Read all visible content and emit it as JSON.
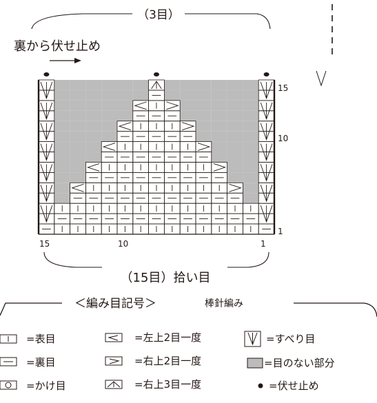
{
  "top_count_label": "（3目）",
  "bind_off_label": "裏から伏せ止め",
  "bottom_label": "（15目）拾い目",
  "row_labels": [
    "15",
    "10",
    "1"
  ],
  "col_labels": [
    "15",
    "10",
    "1"
  ],
  "rows": 15,
  "cols": 15,
  "corner_symbol": "V",
  "legend": {
    "title": "＜編み目記号＞",
    "subtitle": "棒針編み",
    "items": [
      {
        "symbol": "knit",
        "text": "=表目"
      },
      {
        "symbol": "k2tog-left",
        "text": "=左上2目一度"
      },
      {
        "symbol": "slip",
        "text": "=すべり目"
      },
      {
        "symbol": "purl",
        "text": "=裏目"
      },
      {
        "symbol": "k2tog-right",
        "text": "=右上2目一度"
      },
      {
        "symbol": "gray-box",
        "text": "=目のない部分"
      },
      {
        "symbol": "yarn-over",
        "text": "=かけ目"
      },
      {
        "symbol": "k3tog-right",
        "text": "=右上3目一度"
      },
      {
        "symbol": "bind-off-dot",
        "text": "=伏せ止め"
      }
    ]
  },
  "colors": {
    "ink": "#231815",
    "gray": "#bcbcbc",
    "background": "#ffffff"
  }
}
